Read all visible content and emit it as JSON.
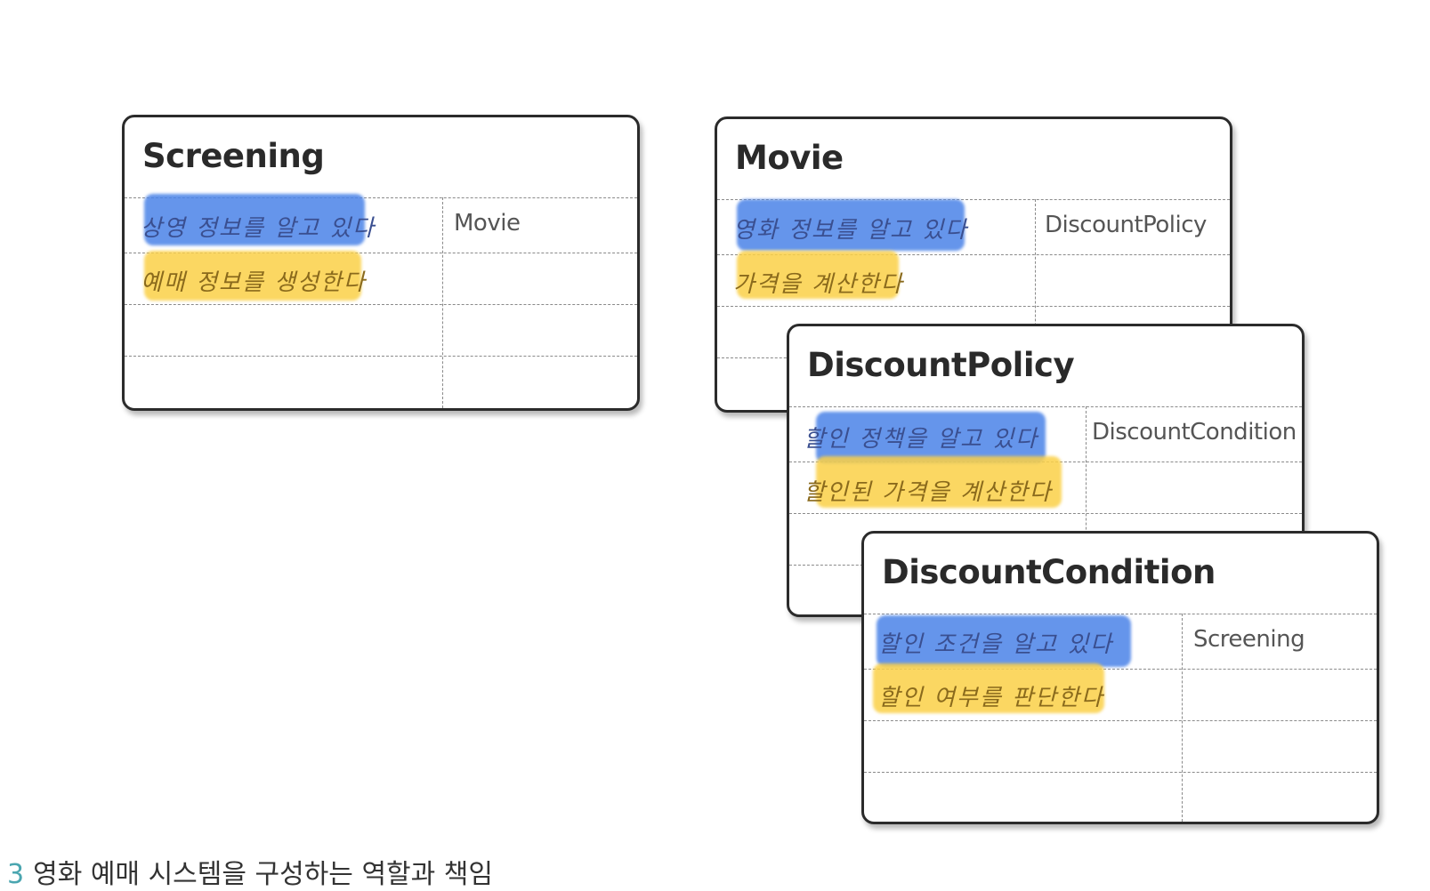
{
  "cards": {
    "screening": {
      "title": "Screening",
      "responsibilities": [
        "상영 정보를 알고 있다",
        "예매 정보를 생성한다"
      ],
      "collaborator": "Movie"
    },
    "movie": {
      "title": "Movie",
      "responsibilities": [
        "영화 정보를 알고 있다",
        "가격을 계산한다"
      ],
      "collaborator": "DiscountPolicy"
    },
    "discount_policy": {
      "title": "DiscountPolicy",
      "responsibilities": [
        "할인 정책을 알고 있다",
        "할인된 가격을 계산한다"
      ],
      "collaborator": "DiscountCondition"
    },
    "discount_condition": {
      "title": "DiscountCondition",
      "responsibilities": [
        "할인 조건을 알고 있다",
        "할인 여부를 판단한다"
      ],
      "collaborator": "Screening"
    }
  },
  "highlight_colors": {
    "know": "#4a82e8",
    "do": "#fad046"
  },
  "caption": {
    "number": "3",
    "text": "영화 예매 시스템을 구성하는 역할과 책임"
  }
}
